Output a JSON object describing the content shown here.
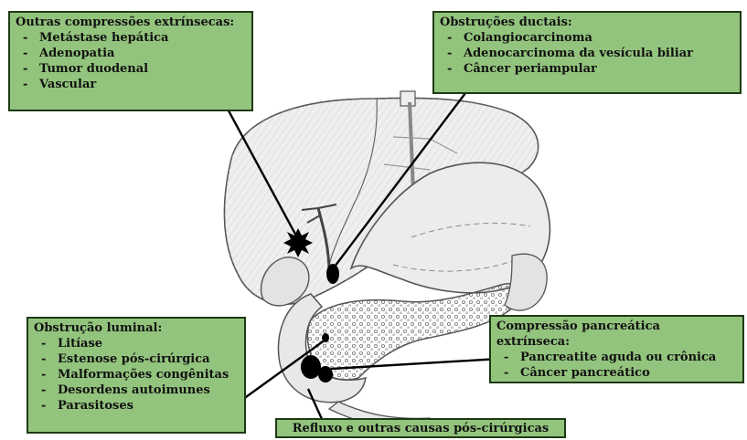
{
  "boxes": {
    "outras": {
      "title": "Outras compressões extrínsecas:",
      "items": [
        "Metástase hepática",
        "Adenopatia",
        "Tumor duodenal",
        "Vascular"
      ]
    },
    "ductais": {
      "title": "Obstruções ductais:",
      "items": [
        "Colangiocarcinoma",
        "Adenocarcinoma da vesícula biliar",
        "Câncer periampular"
      ]
    },
    "luminal": {
      "title": "Obstrução luminal:",
      "items": [
        "Litíase",
        "Estenose pós-cirúrgica",
        "Malformações congênitas",
        "Desordens autoimunes",
        "Parasitoses"
      ]
    },
    "pancreatica": {
      "title": "Compressão pancreática extrínseca:",
      "items": [
        "Pancreatite aguda ou crônica",
        "Câncer pancreático"
      ]
    },
    "refluxo": {
      "title": "Refluxo e outras causas pós-cirúrgicas"
    }
  },
  "colors": {
    "box_fill": "#93c47d",
    "box_border": "#1e3a14",
    "organ_fill": "#efefef",
    "organ_stroke": "#555555",
    "pointer": "#000000"
  }
}
